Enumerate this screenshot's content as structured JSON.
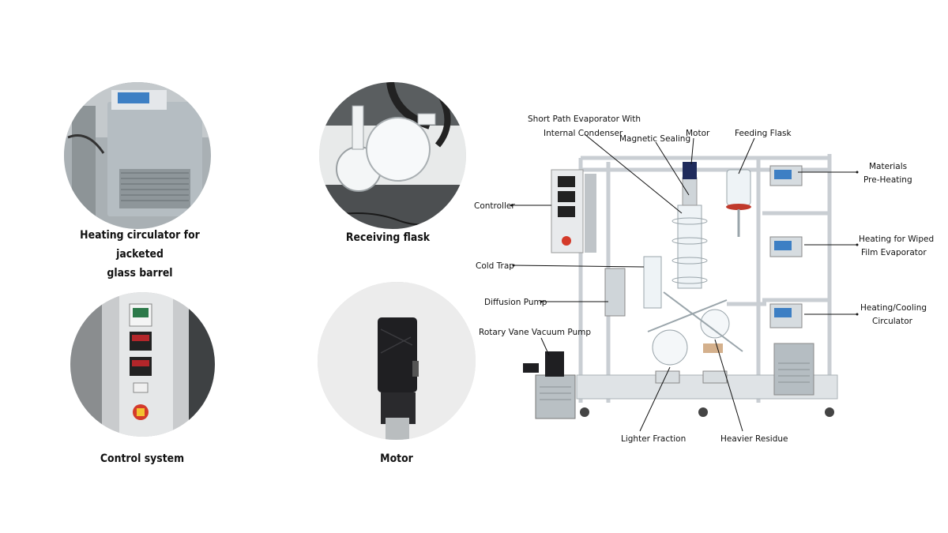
{
  "components": [
    {
      "id": "heating-circulator",
      "caption_lines": [
        "Heating circulator for jacketed",
        "glass barrel"
      ]
    },
    {
      "id": "receiving-flask",
      "caption_lines": [
        "Receiving flask"
      ]
    },
    {
      "id": "control-system",
      "caption_lines": [
        "Control system"
      ]
    },
    {
      "id": "motor",
      "caption_lines": [
        "Motor"
      ]
    }
  ],
  "diagram_labels": {
    "short_path_line1": "Short Path Evaporator With",
    "short_path_line2": "Internal Condenser",
    "magnetic_sealing": "Magnetic Sealing",
    "motor": "Motor",
    "feeding_flask": "Feeding Flask",
    "materials_line1": "Materials",
    "materials_line2": "Pre-Heating",
    "controller": "Controller",
    "heating_wiped_line1": "Heating for Wiped",
    "heating_wiped_line2": "Film Evaporator",
    "cold_trap": "Cold Trap",
    "diffusion_pump": "Diffusion Pump",
    "heating_cooling_line1": "Heating/Cooling",
    "heating_cooling_line2": "Circulator",
    "rotary_vane": "Rotary Vane Vacuum Pump",
    "lighter_fraction": "Lighter Fraction",
    "heavier_residue": "Heavier Residue"
  },
  "colors": {
    "frame": "#c9ced3",
    "controller_panel": "#e8eaec",
    "circulator_body": "#b5bdc2",
    "motor_body": "#1f1f22",
    "display_blue": "#3d7fc4",
    "emergency_red": "#d43a2a"
  }
}
